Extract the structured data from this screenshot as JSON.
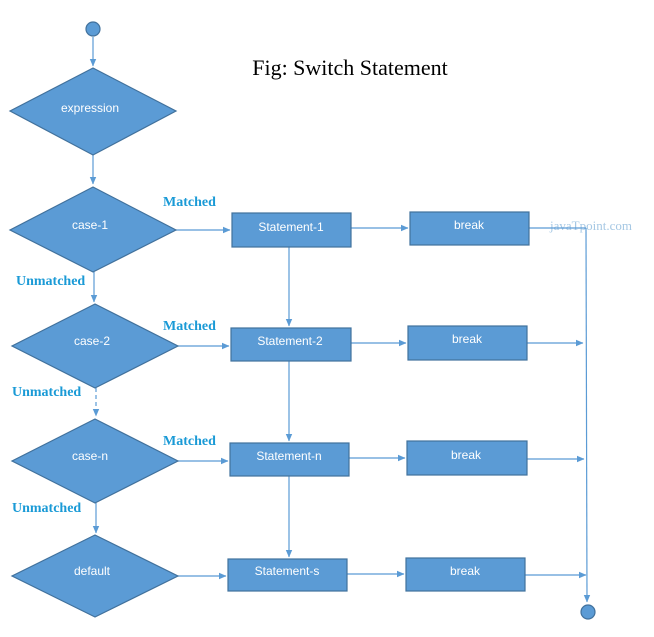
{
  "title": "Fig: Switch Statement",
  "watermark": "javaTpoint.com",
  "colors": {
    "node_fill": "#5b9bd5",
    "node_stroke": "#41719c",
    "edge": "#5b9bd5",
    "edge_label": "#1a9ad6",
    "text_on_node": "#ffffff"
  },
  "nodes": {
    "start": {
      "type": "circle"
    },
    "expression": {
      "type": "diamond",
      "label": "expression"
    },
    "case1": {
      "type": "diamond",
      "label": "case-1"
    },
    "case2": {
      "type": "diamond",
      "label": "case-2"
    },
    "casen": {
      "type": "diamond",
      "label": "case-n"
    },
    "default": {
      "type": "diamond",
      "label": "default"
    },
    "stmt1": {
      "type": "rect",
      "label": "Statement-1"
    },
    "stmt2": {
      "type": "rect",
      "label": "Statement-2"
    },
    "stmtn": {
      "type": "rect",
      "label": "Statement-n"
    },
    "stmts": {
      "type": "rect",
      "label": "Statement-s"
    },
    "break1": {
      "type": "rect",
      "label": "break"
    },
    "break2": {
      "type": "rect",
      "label": "break"
    },
    "breakn": {
      "type": "rect",
      "label": "break"
    },
    "breaks": {
      "type": "rect",
      "label": "break"
    },
    "end": {
      "type": "circle"
    }
  },
  "edge_labels": {
    "matched1": "Matched",
    "matched2": "Matched",
    "matchedn": "Matched",
    "unmatched1": "Unmatched",
    "unmatched2": "Unmatched",
    "unmatchedn": "Unmatched"
  }
}
